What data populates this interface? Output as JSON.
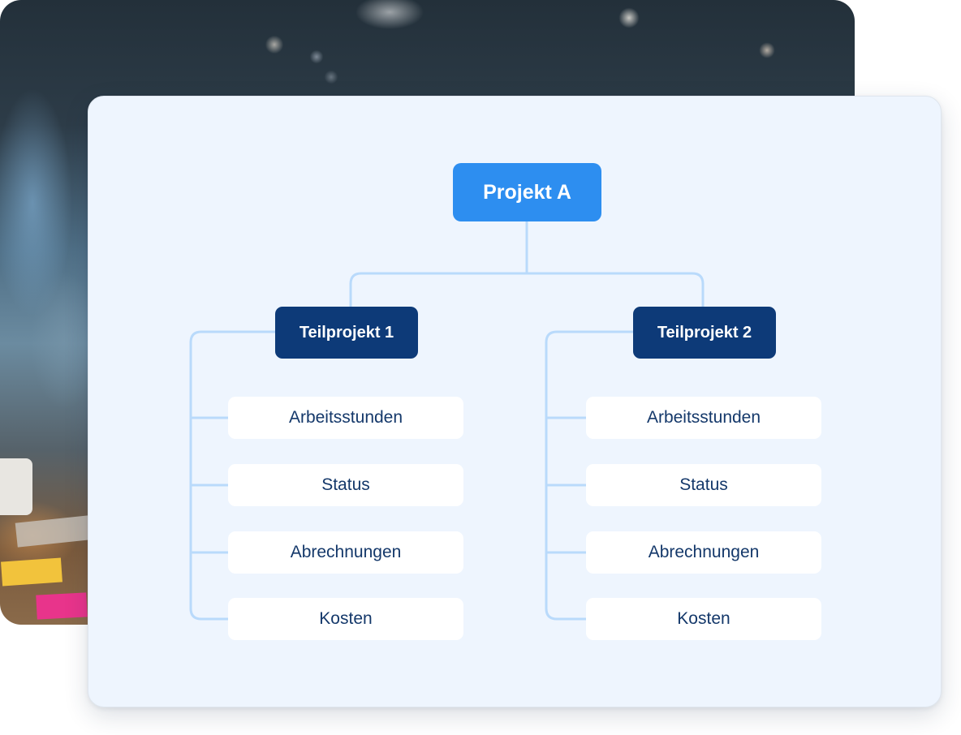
{
  "diagram": {
    "root": {
      "label": "Projekt A"
    },
    "children": [
      {
        "label": "Teilprojekt 1",
        "items": [
          "Arbeitsstunden",
          "Status",
          "Abrechnungen",
          "Kosten"
        ]
      },
      {
        "label": "Teilprojekt 2",
        "items": [
          "Arbeitsstunden",
          "Status",
          "Abrechnungen",
          "Kosten"
        ]
      }
    ]
  },
  "colors": {
    "root_node": "#2d8ef0",
    "sub_node": "#0d3a78",
    "leaf_text": "#14386a",
    "connector": "#b9dafb",
    "card_background": "#eef5fe"
  }
}
